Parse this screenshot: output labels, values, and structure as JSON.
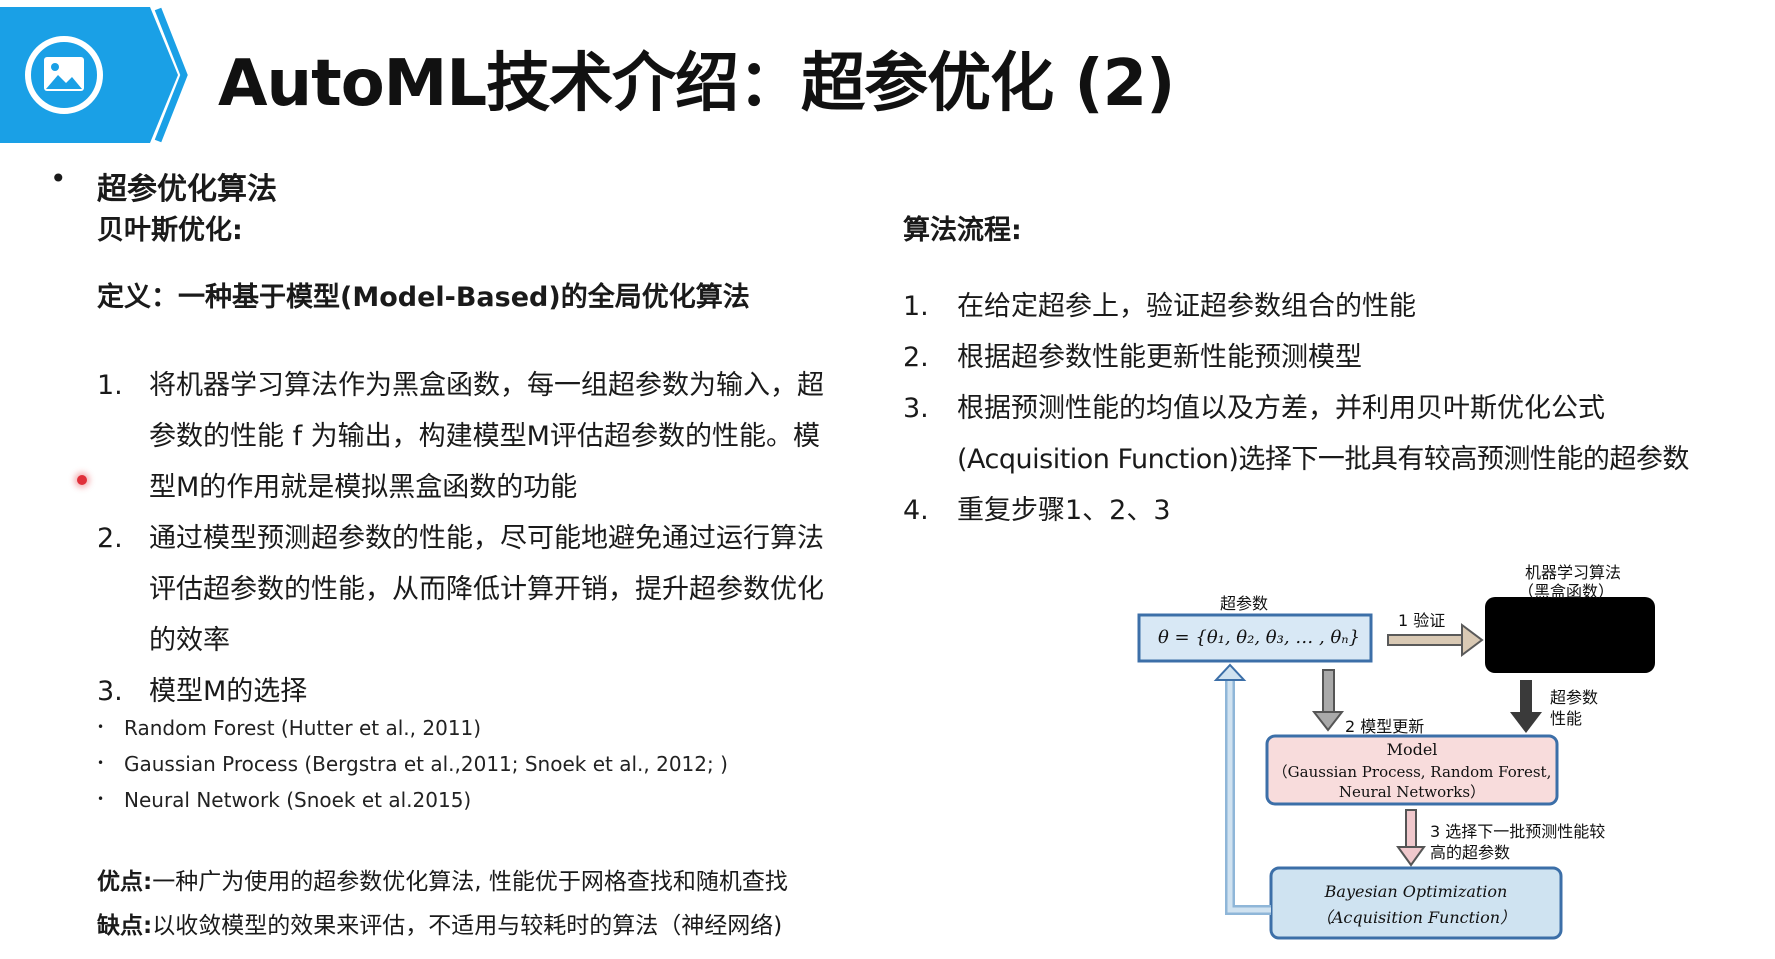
{
  "header": {
    "title": "AutoML技术介绍：超参优化 (2)",
    "icon": "image-icon",
    "accent_color": "#1aa0e6"
  },
  "left": {
    "bullet": "•",
    "section_title": "超参优化算法",
    "subsection": "贝叶斯优化:",
    "definition": "定义：一种基于模型(Model-Based)的全局优化算法",
    "steps": [
      {
        "num": "1.",
        "lines": [
          "将机器学习算法作为黑盒函数，每一组超参数为输入，超",
          "参数的性能 f 为输出，构建模型M评估超参数的性能。模",
          "型M的作用就是模拟黑盒函数的功能"
        ]
      },
      {
        "num": "2.",
        "lines": [
          "通过模型预测超参数的性能，尽可能地避免通过运行算法",
          "评估超参数的性能，从而降低计算开销，提升超参数优化",
          "的效率"
        ]
      },
      {
        "num": "3.",
        "lines": [
          "模型M的选择"
        ]
      }
    ],
    "models": [
      "Random Forest (Hutter et al., 2011)",
      "Gaussian Process (Bergstra et al.,2011; Snoek et al., 2012; )",
      "Neural Network (Snoek et al.2015)"
    ],
    "pros_label": "优点:",
    "pros_text": "一种广为使用的超参数优化算法, 性能优于网格查找和随机查找",
    "cons_label": "缺点:",
    "cons_text": "以收敛模型的效果来评估，不适用与较耗时的算法（神经网络)"
  },
  "right": {
    "flow_title": "算法流程:",
    "flow": [
      {
        "num": "1.",
        "lines": [
          "在给定超参上，验证超参数组合的性能"
        ]
      },
      {
        "num": "2.",
        "lines": [
          "根据超参数性能更新性能预测模型"
        ]
      },
      {
        "num": "3.",
        "lines": [
          "根据预测性能的均值以及方差，并利用贝叶斯优化公式",
          "(Acquisition Function)选择下一批具有较高预测性能的超参数"
        ]
      },
      {
        "num": "4.",
        "lines": [
          "重复步骤1、2、3"
        ]
      }
    ]
  },
  "diagram": {
    "hyperparam_label": "超参数",
    "theta": "θ = {θ₁, θ₂, θ₃, … , θₙ}",
    "blackbox_label_1": "机器学习算法",
    "blackbox_label_2": "（黑盒函数）",
    "step1": "1  验证",
    "step2": "2  模型更新",
    "perf_label_1": "超参数",
    "perf_label_2": "性能",
    "model_1": "Model",
    "model_2": "（Gaussian Process, Random Forest,",
    "model_3": "Neural Networks）",
    "step3_1": "3  选择下一批预测性能较",
    "step3_2": "高的超参数",
    "bo_1": "Bayesian Optimization",
    "bo_2": "（Acquisition Function）"
  }
}
